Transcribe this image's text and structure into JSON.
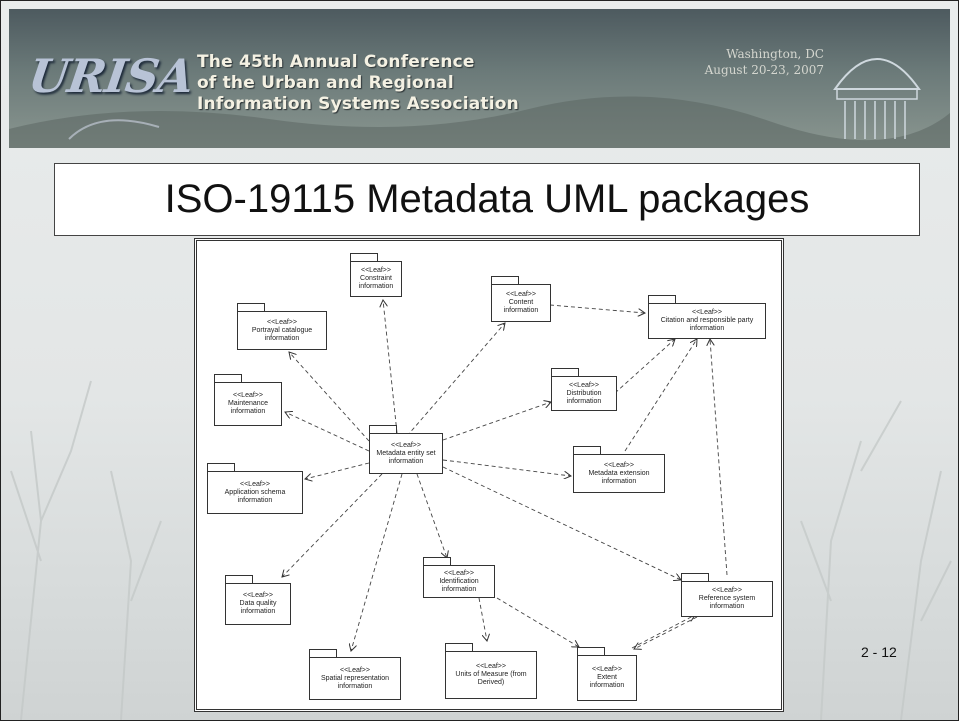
{
  "banner": {
    "logo": "URISA",
    "conference_lines": [
      "The 45th Annual Conference",
      "of the Urban and Regional",
      "Information Systems Association"
    ],
    "location": "Washington, DC",
    "dates": "August 20-23, 2007"
  },
  "slide": {
    "title": "ISO-19115 Metadata UML packages",
    "page_number": "2 - 12"
  },
  "diagram": {
    "stereotype": "<<Leaf>>",
    "packages": {
      "metadata_entity": "Metadata entity set information",
      "constraint": "Constraint information",
      "content": "Content information",
      "citation": "Citation and responsible party information",
      "portrayal": "Portrayal catalogue information",
      "maintenance": "Maintenance information",
      "distribution": "Distribution information",
      "application_schema": "Application schema information",
      "metadata_extension": "Metadata extension information",
      "data_quality": "Data quality information",
      "identification": "Identification information",
      "reference_system": "Reference system information",
      "spatial_representation": "Spatial representation information",
      "units_of_measure": "Units of Measure (from Derived)",
      "extent": "Extent information"
    }
  }
}
